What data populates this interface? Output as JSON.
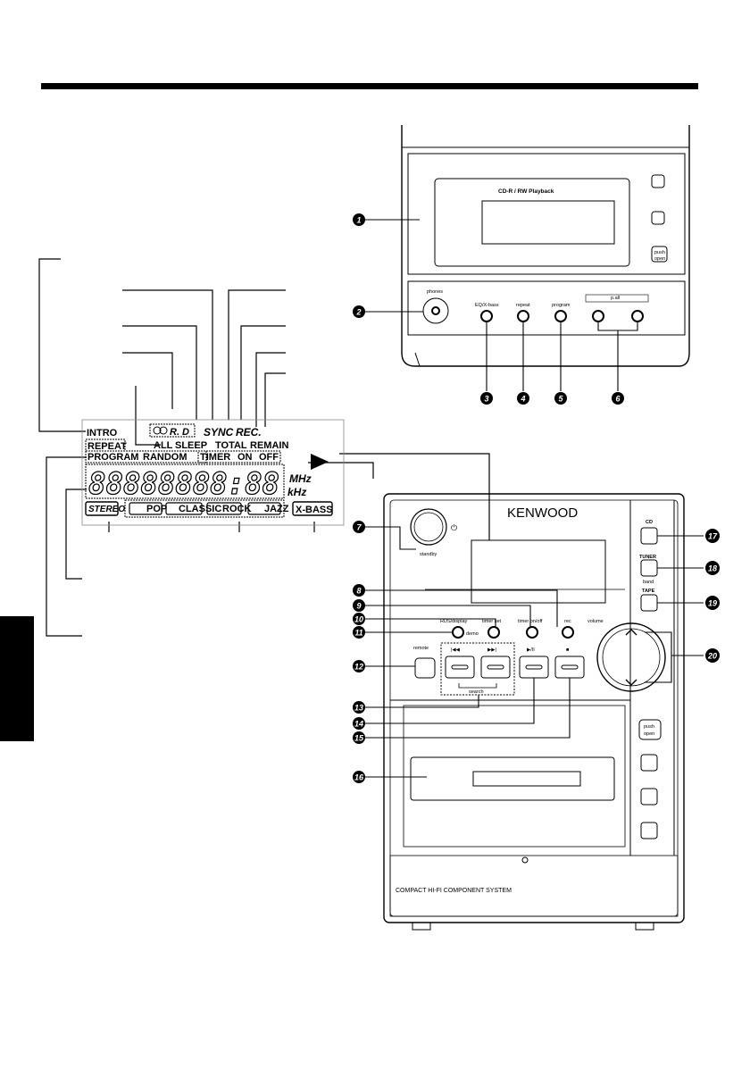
{
  "display": {
    "indicators": {
      "intro": "INTRO",
      "rd": "R. D",
      "sync": "SYNC",
      "rec": "REC.",
      "all": "ALL",
      "sleep": "SLEEP",
      "total": "TOTAL",
      "remain": "REMAIN",
      "repeat": "REPEAT",
      "program": "PROGRAM",
      "random": "RANDOM",
      "timer": "TIMER",
      "on": "ON",
      "off": "OFF",
      "mhz": "MHz",
      "khz": "kHz",
      "stereo": "STEREO",
      "pop": "POP",
      "classic": "CLASSIC",
      "rock": "ROCK",
      "jazz": "JAZZ",
      "xbass": "X-BASS",
      "digits": "88888888:88"
    }
  },
  "top_unit": {
    "cd_label": "CD-R / RW Playback",
    "phones": "phones",
    "eq_xbass": "EQ/X-bass",
    "repeat": "repeat",
    "program": "program",
    "pall": "p.all",
    "push_open": [
      "push",
      "open"
    ],
    "callouts": [
      "1",
      "2",
      "3",
      "4",
      "5",
      "6"
    ]
  },
  "front_unit": {
    "brand": "KENWOOD",
    "standby": "standby",
    "power_symbol": "⏻",
    "cd": "CD",
    "tuner": "TUNER",
    "band": "band",
    "tape": "TAPE",
    "volume": "volume",
    "rds_display": "RDS/display",
    "demo": "demo",
    "timer_set": "timer set",
    "timer_onoff": "timer on/off",
    "rec": "rec",
    "remote": "remote",
    "prev_sym": "|◀◀",
    "next_sym": "▶▶|",
    "play_pause_sym": "▶/II",
    "stop_sym": "■",
    "search": "search",
    "push_open": [
      "push",
      "open"
    ],
    "system_label": "COMPACT HI-FI COMPONENT SYSTEM",
    "callouts": [
      "7",
      "8",
      "9",
      "10",
      "11",
      "12",
      "13",
      "14",
      "15",
      "16",
      "17",
      "18",
      "19",
      "20"
    ]
  }
}
